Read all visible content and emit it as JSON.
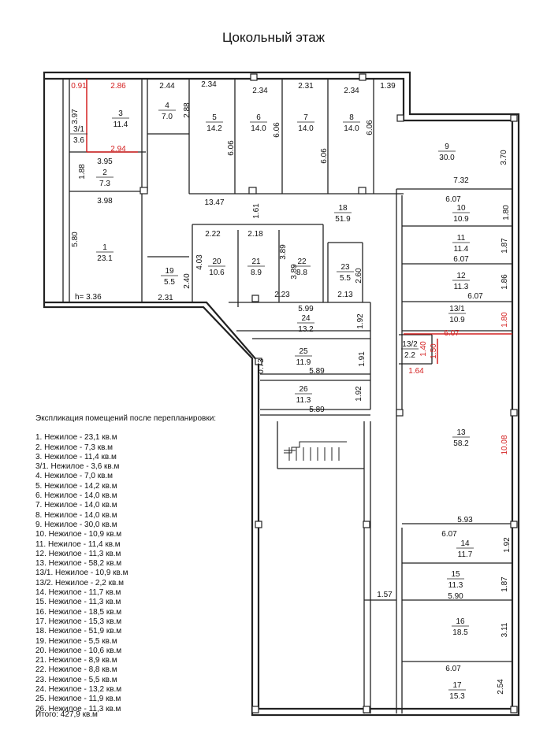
{
  "title": "Цокольный этаж",
  "legend_title": "Экспликация помещений после перепланировки:",
  "legend": [
    "1. Нежилое - 23,1 кв.м",
    "2. Нежилое - 7,3 кв.м",
    "3. Нежилое - 11,4 кв.м",
    "3/1. Нежилое - 3,6 кв.м",
    "4. Нежилое - 7,0 кв.м",
    "5. Нежилое - 14,2 кв.м",
    "6. Нежилое - 14,0 кв.м",
    "7. Нежилое - 14,0 кв.м",
    "8. Нежилое - 14,0 кв.м",
    "9. Нежилое - 30,0 кв.м",
    "10. Нежилое - 10,9 кв.м",
    "11. Нежилое - 11,4 кв.м",
    "12. Нежилое - 11,3 кв.м",
    "13. Нежилое - 58,2 кв.м",
    "13/1. Нежилое - 10,9 кв.м",
    "13/2. Нежилое - 2,2 кв.м",
    "14. Нежилое - 11,7 кв.м",
    "15. Нежилое - 11,3 кв.м",
    "16. Нежилое - 18,5 кв.м",
    "17. Нежилое - 15,3 кв.м",
    "18. Нежилое - 51,9 кв.м",
    "19. Нежилое - 5,5 кв.м",
    "20. Нежилое - 10,6 кв.м",
    "21. Нежилое - 8,9 кв.м",
    "22. Нежилое - 8,8 кв.м",
    "23. Нежилое - 5,5 кв.м",
    "24. Нежилое - 13,2 кв.м",
    "25. Нежилое - 11,9 кв.м",
    "26. Нежилое - 11,3 кв.м"
  ],
  "total": "Итого: 427,9 кв.м",
  "ceiling": "h= 3.36",
  "rooms": [
    {
      "num": "1",
      "area": "23.1"
    },
    {
      "num": "2",
      "area": "7.3"
    },
    {
      "num": "3",
      "area": "11.4"
    },
    {
      "num": "3/1",
      "area": "3.6"
    },
    {
      "num": "4",
      "area": "7.0"
    },
    {
      "num": "5",
      "area": "14.2"
    },
    {
      "num": "6",
      "area": "14.0"
    },
    {
      "num": "7",
      "area": "14.0"
    },
    {
      "num": "8",
      "area": "14.0"
    },
    {
      "num": "9",
      "area": "30.0"
    },
    {
      "num": "10",
      "area": "10.9"
    },
    {
      "num": "11",
      "area": "11.4"
    },
    {
      "num": "12",
      "area": "11.3"
    },
    {
      "num": "13",
      "area": "58.2"
    },
    {
      "num": "13/1",
      "area": "10.9"
    },
    {
      "num": "13/2",
      "area": "2.2"
    },
    {
      "num": "14",
      "area": "11.7"
    },
    {
      "num": "15",
      "area": "11.3"
    },
    {
      "num": "16",
      "area": "18.5"
    },
    {
      "num": "17",
      "area": "15.3"
    },
    {
      "num": "18",
      "area": "51.9"
    },
    {
      "num": "19",
      "area": "5.5"
    },
    {
      "num": "20",
      "area": "10.6"
    },
    {
      "num": "21",
      "area": "8.9"
    },
    {
      "num": "22",
      "area": "8.8"
    },
    {
      "num": "23",
      "area": "5.5"
    },
    {
      "num": "24",
      "area": "13.2"
    },
    {
      "num": "25",
      "area": "11.9"
    },
    {
      "num": "26",
      "area": "11.3"
    }
  ],
  "dims_black": [
    "3.97",
    "3.95",
    "1.88",
    "3.98",
    "5.80",
    "2.44",
    "2.88",
    "2.34",
    "6.06",
    "2.34",
    "6.06",
    "2.31",
    "6.06",
    "2.34",
    "6.06",
    "1.39",
    "3.70",
    "7.32",
    "13.47",
    "1.61",
    "2.22",
    "4.03",
    "2.40",
    "2.18",
    "3.89",
    "3.89",
    "2.60",
    "2.31",
    "2.23",
    "2.13",
    "6.07",
    "1.80",
    "1.87",
    "6.07",
    "1.86",
    "6.07",
    "5.99",
    "1.92",
    "0.73",
    "5.89",
    "1.91",
    "1.92",
    "5.89",
    "5.93",
    "6.07",
    "1.92",
    "5.90",
    "1.87",
    "1.57",
    "3.11",
    "6.07",
    "2.54"
  ],
  "dims_red": [
    "0.91",
    "2.86",
    "2.94",
    "1.80",
    "6.07",
    "1.40",
    "1.50",
    "1.64",
    "10.08"
  ]
}
